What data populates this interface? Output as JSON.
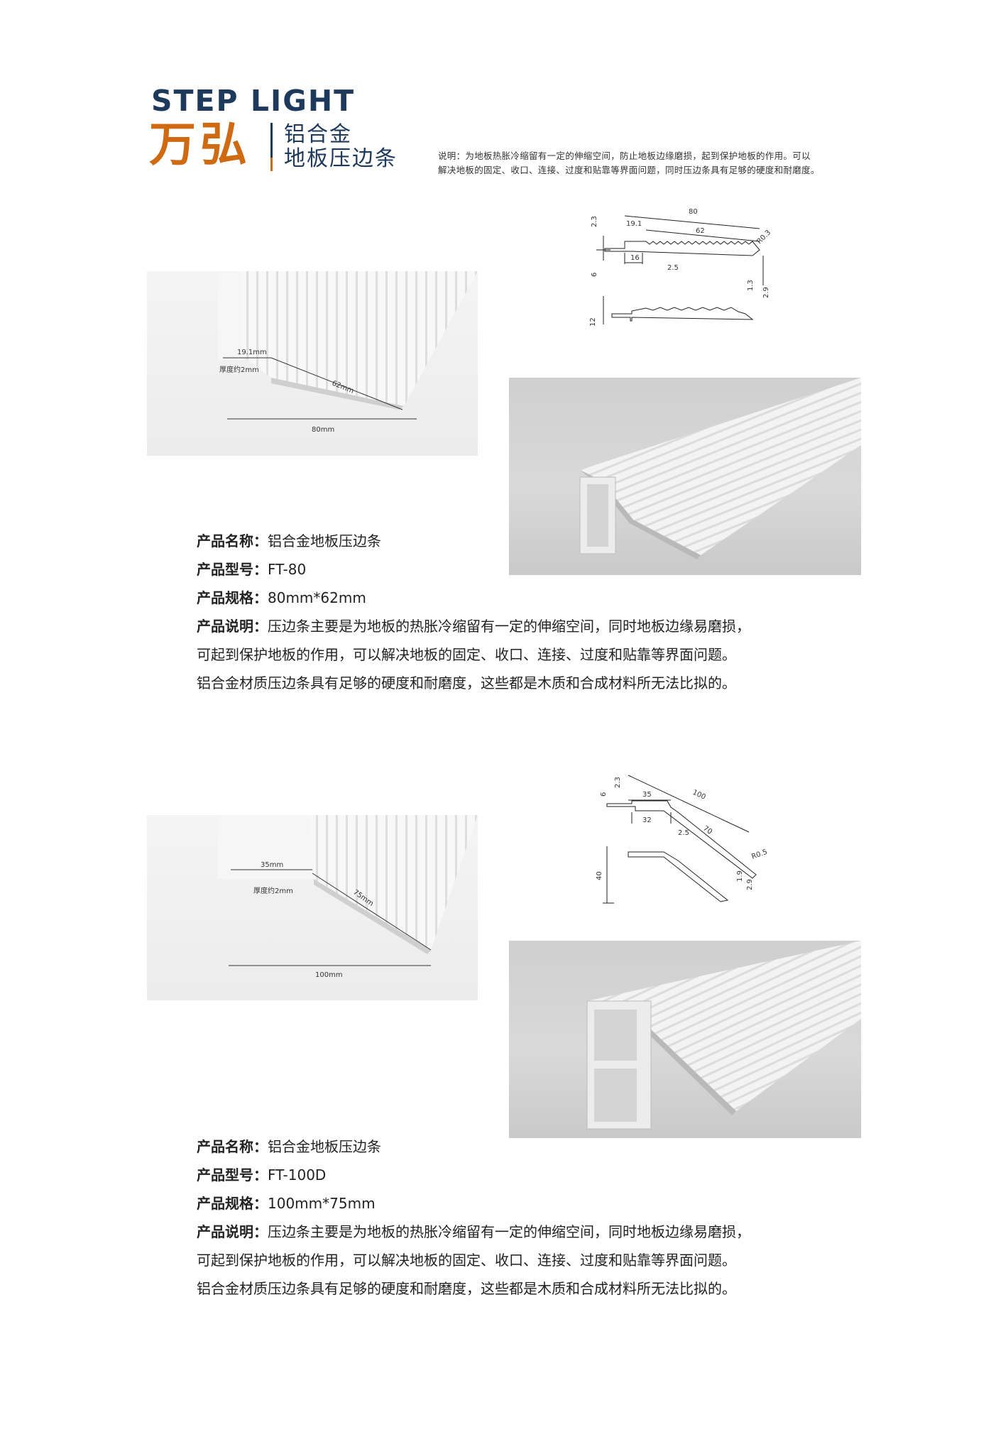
{
  "header": {
    "brand_en": "STEP LIGHT",
    "brand_cn": "万弘",
    "subtitle_line1": "铝合金",
    "subtitle_line2": "地板压边条",
    "note_line1": "说明：为地板热胀冷缩留有一定的伸缩空间，防止地板边缘磨损，起到保护地板的作用。可以",
    "note_line2": "解决地板的固定、收口、连接、过度和贴靠等界面问题，同时压边条具有足够的硬度和耐磨度。"
  },
  "products": [
    {
      "photo_labels": {
        "width_top": "19.1mm",
        "thickness": "厚度约2mm",
        "slope": "62mm",
        "total": "80mm"
      },
      "drawing": {
        "d80": "80",
        "d62": "62",
        "d191": "19.1",
        "d23": "2.3",
        "d6": "6",
        "d16": "16",
        "d25": "2.5",
        "dR03": "R0.3",
        "d13": "1.3",
        "d29": "2.9",
        "d12": "12"
      },
      "name_label": "产品名称",
      "name": "铝合金地板压边条",
      "model_label": "产品型号",
      "model": "FT-80",
      "spec_label": "产品规格",
      "spec": "80mm*62mm",
      "desc_label": "产品说明",
      "desc_line1": "压边条主要是为地板的热胀冷缩留有一定的伸缩空间，同时地板边缘易磨损，",
      "desc_line2": "可起到保护地板的作用，可以解决地板的固定、收口、连接、过度和贴靠等界面问题。",
      "desc_line3": "铝合金材质压边条具有足够的硬度和耐磨度，这些都是木质和合成材料所无法比拟的。"
    },
    {
      "photo_labels": {
        "width_top": "35mm",
        "thickness": "厚度约2mm",
        "slope": "75mm",
        "total": "100mm"
      },
      "drawing": {
        "d100": "100",
        "d35": "35",
        "d70": "70",
        "d32": "32",
        "d23": "2.3",
        "d6": "6",
        "d25": "2.5",
        "dR05": "R0.5",
        "d19": "1.9",
        "d29": "2.9",
        "d40": "40"
      },
      "name_label": "产品名称",
      "name": "铝合金地板压边条",
      "model_label": "产品型号",
      "model": "FT-100D",
      "spec_label": "产品规格",
      "spec": "100mm*75mm",
      "desc_label": "产品说明",
      "desc_line1": "压边条主要是为地板的热胀冷缩留有一定的伸缩空间，同时地板边缘易磨损，",
      "desc_line2": "可起到保护地板的作用，可以解决地板的固定、收口、连接、过度和贴靠等界面问题。",
      "desc_line3": "铝合金材质压边条具有足够的硬度和耐磨度，这些都是木质和合成材料所无法比拟的。"
    }
  ]
}
